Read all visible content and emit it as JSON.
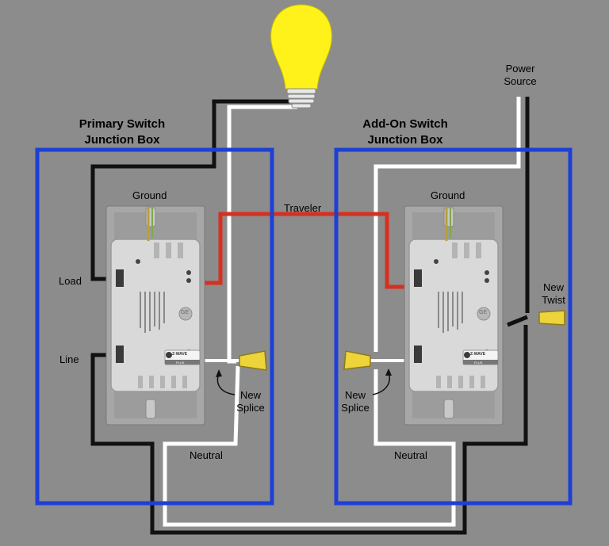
{
  "labels": {
    "primary_box_title_1": "Primary Switch",
    "primary_box_title_2": "Junction Box",
    "addon_box_title_1": "Add-On Switch",
    "addon_box_title_2": "Junction Box",
    "power_source_1": "Power",
    "power_source_2": "Source",
    "ground_left": "Ground",
    "ground_right": "Ground",
    "traveler": "Traveler",
    "load": "Load",
    "line": "Line",
    "new_twist_1": "New",
    "new_twist_2": "Twist",
    "new_splice_left_1": "New",
    "new_splice_left_2": "Splice",
    "new_splice_right_1": "New",
    "new_splice_right_2": "Splice",
    "neutral_left": "Neutral",
    "neutral_right": "Neutral"
  },
  "switch_print": {
    "logo": "GE",
    "badge_main": "Z-WAVE",
    "badge_sub": "PLUS"
  },
  "colors": {
    "background": "#8c8c8c",
    "junction_box": "#1e3fd6",
    "hot_wire": "#111111",
    "neutral_wire": "#ffffff",
    "traveler_wire": "#d7301f",
    "ground_wire": "#c9b24a",
    "bulb": "#fff21a",
    "wire_nut": "#ecd43a"
  }
}
